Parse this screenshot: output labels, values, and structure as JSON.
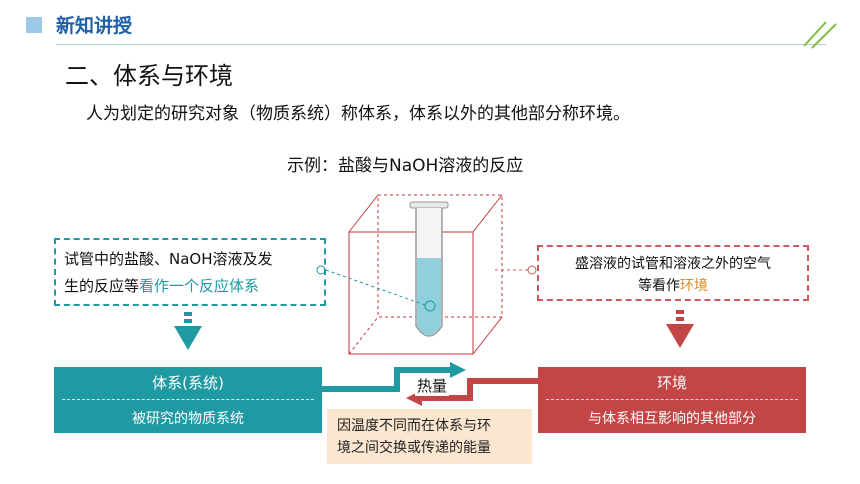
{
  "header": {
    "title": "新知讲授"
  },
  "section": {
    "title": "二、体系与环境"
  },
  "definition": "人为划定的研究对象（物质系统）称体系，体系以外的其他部分称环境。",
  "example": "示例：盐酸与NaOH溶液的反应",
  "left_note": {
    "line1": "试管中的盐酸、NaOH溶液及发",
    "line2_plain": "生的反应等",
    "line2_highlight": "看作一个反应体系"
  },
  "right_note": {
    "line1": "盛溶液的试管和溶液之外的空气",
    "line2_plain": "等看作",
    "line2_highlight": "环境"
  },
  "system_box": {
    "title": "体系(系统)",
    "subtitle": "被研究的物质系统"
  },
  "environment_box": {
    "title": "环境",
    "subtitle": "与体系相互影响的其他部分"
  },
  "heat": {
    "label": "热量",
    "note_line1": "因温度不同而在体系与环",
    "note_line2": "境之间交换或传递的能量"
  },
  "colors": {
    "system": "#1f9aa3",
    "environment": "#c24646",
    "highlight_orange": "#e08a1f",
    "header": "#1f5fa8"
  }
}
